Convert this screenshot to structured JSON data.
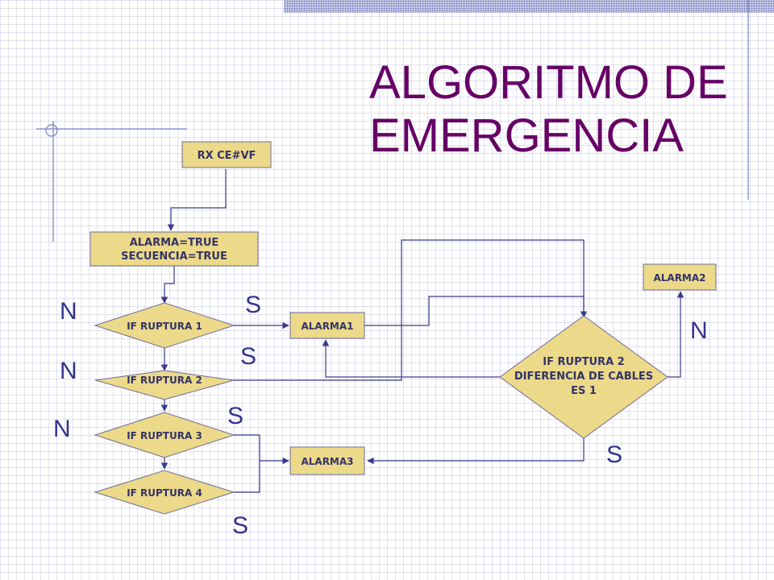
{
  "title": {
    "line1": "ALGORITMO DE",
    "line2": "EMERGENCIA"
  },
  "nodes": {
    "rx": "RX CE#VF",
    "alarma_set_1": "ALARMA=TRUE",
    "alarma_set_2": "SECUENCIA=TRUE",
    "ruptura1": "IF RUPTURA 1",
    "ruptura2": "IF RUPTURA 2",
    "ruptura3": "IF RUPTURA 3",
    "ruptura4": "IF RUPTURA 4",
    "alarma1": "ALARMA1",
    "alarma2": "ALARMA2",
    "alarma3": "ALARMA3",
    "diferencia_1": "IF RUPTURA 2",
    "diferencia_2": "DIFERENCIA DE CABLES",
    "diferencia_3": "ES 1"
  },
  "labels": {
    "n": "N",
    "s": "S"
  },
  "colors": {
    "title": "#660066",
    "shape_fill": "#ecd989",
    "text": "#333366"
  }
}
